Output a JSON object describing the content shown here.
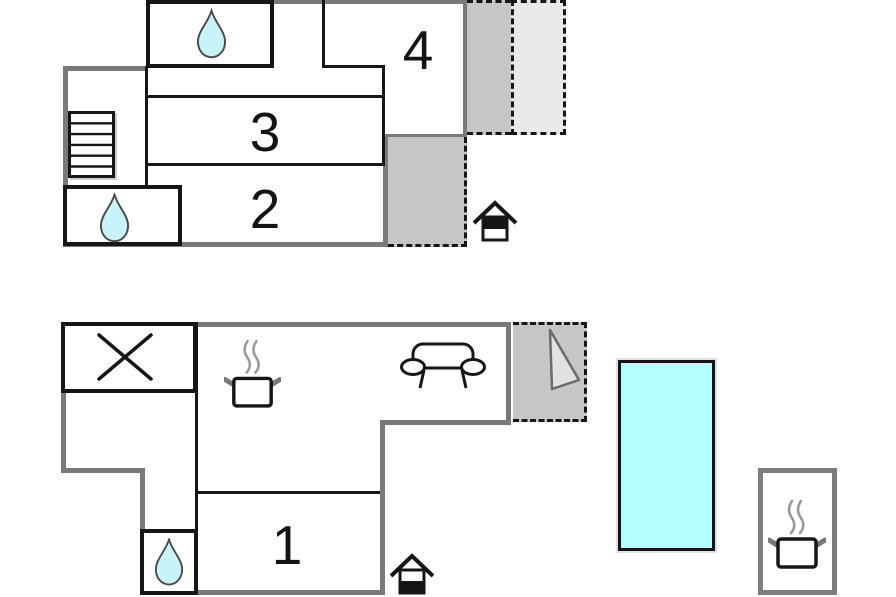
{
  "title": "two-storey holiday home floor plan",
  "labels": {
    "room1": "1",
    "room2": "2",
    "room3": "3",
    "room4": "4"
  },
  "colors": {
    "wall_outer": "#7a7a7a",
    "wall_inner": "#161616",
    "terrace_fill": "#c6c6c6",
    "balcony_light_fill": "#e9e9e9",
    "pool_fill": "#b5feff",
    "water_drop_fill": "#c8f3f8",
    "hut_wall": "#7e7e7e",
    "icon_steam": "#9a9a9a",
    "icon_handle": "#777777",
    "triangle_fill": "#e2e2e2",
    "triangle_stroke": "#6b6b6b"
  },
  "icons": {
    "water_drop": "teardrop glyph = bathroom / water",
    "stairs": "striped rectangle = staircase",
    "cooking_pot": "steaming pot = kitchen",
    "sofa": "sofa = living room",
    "cross": "X = closet / technical room",
    "floor_indicator_upper": "house glyph, top half filled = upper floor",
    "floor_indicator_ground": "house glyph, bottom half filled = ground floor",
    "awning_triangle": "triangle on terrace",
    "pool": "cyan rectangle = swimming pool"
  }
}
